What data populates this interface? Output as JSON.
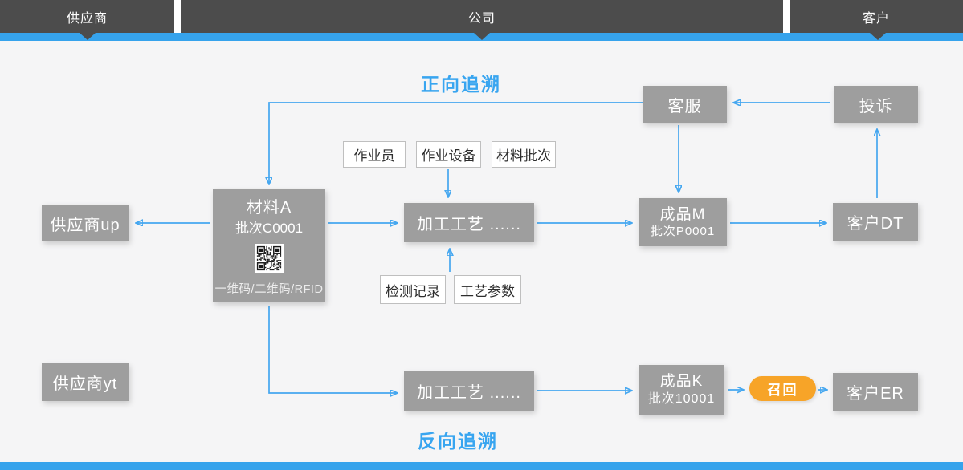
{
  "header": {
    "sections": [
      {
        "label": "供应商"
      },
      {
        "label": "公司"
      },
      {
        "label": "客户"
      }
    ]
  },
  "flow": {
    "forward_title": "正向追溯",
    "backward_title": "反向追溯"
  },
  "nodes": {
    "supplier_up": {
      "label": "供应商up"
    },
    "supplier_yt": {
      "label": "供应商yt"
    },
    "material_a": {
      "title": "材料A",
      "batch": "批次C0001",
      "code_caption": "一维码/二维码/RFID"
    },
    "process_top": {
      "label": "加工工艺  ......"
    },
    "process_bottom": {
      "label": "加工工艺  ......"
    },
    "product_m": {
      "title": "成品M",
      "batch": "批次P0001"
    },
    "product_k": {
      "title": "成品K",
      "batch": "批次10001"
    },
    "customer_dt": {
      "label": "客户DT"
    },
    "customer_er": {
      "label": "客户ER"
    },
    "service": {
      "label": "客服"
    },
    "complaint": {
      "label": "投诉"
    },
    "recall": {
      "label": "召回"
    }
  },
  "tags": {
    "operator": "作业员",
    "equipment": "作业设备",
    "material_batch": "材料批次",
    "inspection": "检测记录",
    "process_params": "工艺参数"
  },
  "colors": {
    "accent_blue": "#38A5F0",
    "bar_blue": "#36A3EC",
    "header_dark": "#4C4C4C",
    "node_gray": "#9E9E9E",
    "recall_orange": "#F7A428",
    "background": "#F5F5F6"
  }
}
